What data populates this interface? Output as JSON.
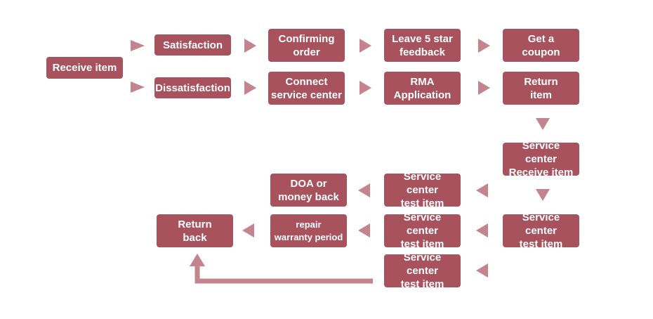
{
  "nodes": {
    "receive_item": "Receive item",
    "satisfaction": "Satisfaction",
    "dissatisfaction": "Dissatisfaction",
    "confirming_order": "Confirming\norder",
    "connect_service_center": "Connect\nservice center",
    "leave_feedback": "Leave 5 star\nfeedback",
    "rma_application": "RMA\nApplication",
    "get_coupon": "Get a\ncoupon",
    "return_item": "Return\nitem",
    "service_center_receive_item": "Service center\nReceive item",
    "service_center_test_item_a": "Service center\ntest item",
    "service_center_test_item_b": "Service center\ntest item",
    "service_center_test_item_c": "Service center\ntest item",
    "service_center_test_item_d": "Service center\ntest item",
    "doa_or_money_back": "DOA or\nmoney back",
    "repair_warranty_period": "repair\nwarranty period",
    "return_back": "Return\nback"
  },
  "colors": {
    "node_fill": "#a7525d",
    "node_text": "#ffffff",
    "arrow": "#c3848d"
  }
}
